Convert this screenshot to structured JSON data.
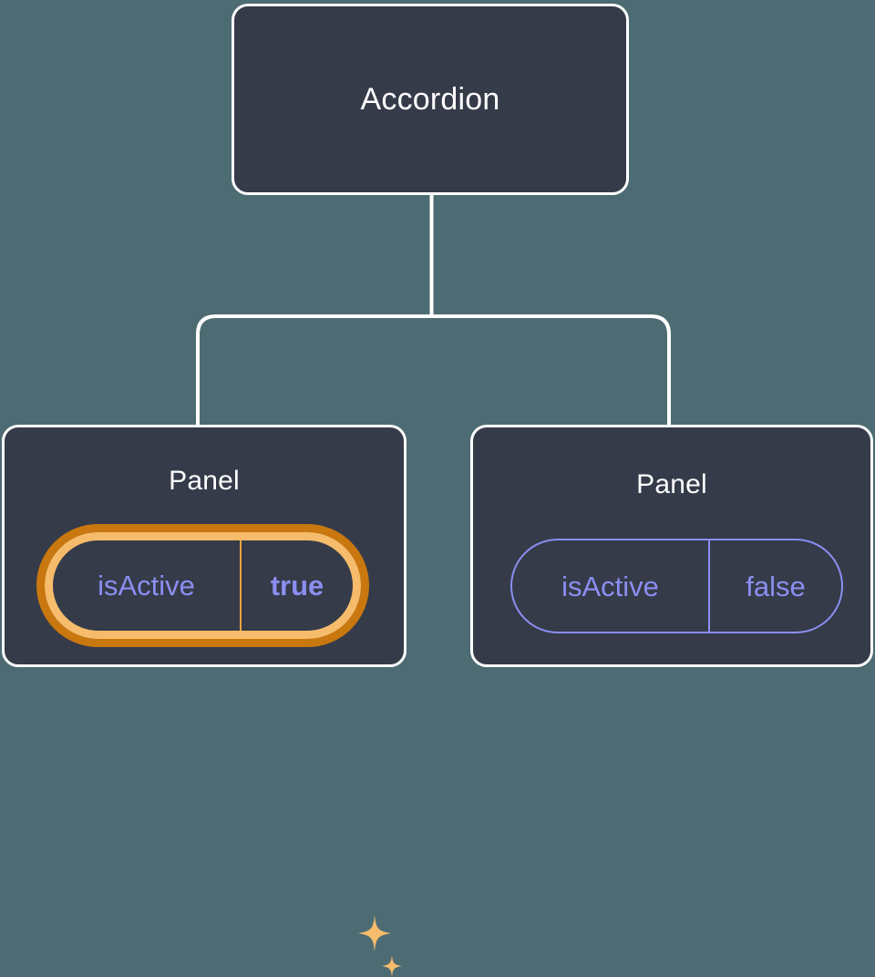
{
  "canvas": {
    "background_color": "#4d6b73",
    "card_color": "#353b49",
    "card_border_color": "#ffffff",
    "connector_color": "#ffffff",
    "accent_periwinkle": "#8b8ef0",
    "accent_orange_outer": "#c9770f",
    "accent_orange_inner": "#f7bc6b",
    "sparkle_color": "#f7bc6b"
  },
  "tree": {
    "root": {
      "title": "Accordion"
    },
    "children": [
      {
        "title": "Panel",
        "highlighted": true,
        "prop": {
          "key": "isActive",
          "value": "true"
        }
      },
      {
        "title": "Panel",
        "highlighted": false,
        "prop": {
          "key": "isActive",
          "value": "false"
        }
      }
    ]
  },
  "icons": {
    "sparkle_large": "sparkle-icon",
    "sparkle_small": "sparkle-small-icon"
  }
}
